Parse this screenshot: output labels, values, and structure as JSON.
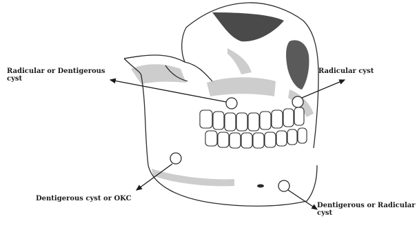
{
  "labels": [
    {
      "line1": "Radicular or Dentigerous",
      "line2": "cyst"
    },
    {
      "line1": "Radicular cyst",
      "line2": ""
    },
    {
      "line1": "Dentigerous cyst or OKC",
      "line2": ""
    },
    {
      "line1": "Dentigerous or Radicular",
      "line2": "cyst"
    }
  ],
  "colors": {
    "ink": "#1a1a1a",
    "bone_shade": "#c8c8c8",
    "dark_cavity": "#5a5a5a",
    "marker_fill": "#ffffff"
  }
}
